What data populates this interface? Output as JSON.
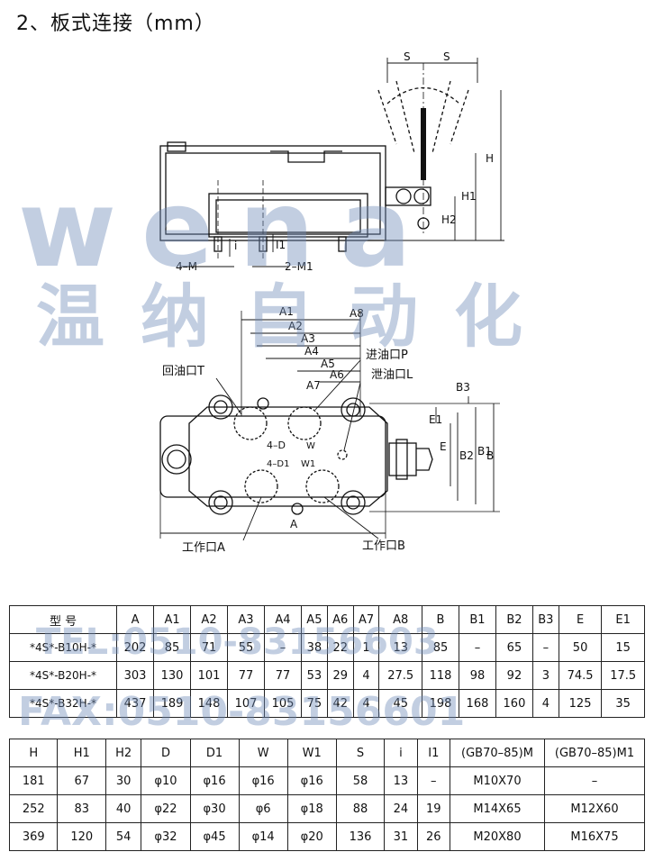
{
  "heading": "2、板式连接（mm）",
  "watermark": {
    "logo": "wena",
    "cn": "温纳自动化",
    "tel": "TEL:0510-83156603",
    "fax": "FAX:0510-83156601"
  },
  "drawing_labels": {
    "s": "S",
    "h": "H",
    "h1": "H1",
    "h2": "H2",
    "i": "i",
    "i1": "I1",
    "m": "4–M",
    "m1": "2–M1",
    "a": "A",
    "a1": "A1",
    "a2": "A2",
    "a3": "A3",
    "a4": "A4",
    "a5": "A5",
    "a6": "A6",
    "a7": "A7",
    "a8": "A8",
    "b": "B",
    "b1": "B1",
    "b2": "B2",
    "b3": "B3",
    "e": "E",
    "e1": "E1",
    "d": "4–D",
    "d1": "4–D1",
    "w": "W",
    "w1": "W1",
    "port_t": "回油口T",
    "port_p": "进油口P",
    "port_l": "泄油口L",
    "port_a": "工作口A",
    "port_b": "工作口B"
  },
  "table1": {
    "headers": [
      "型 号",
      "A",
      "A1",
      "A2",
      "A3",
      "A4",
      "A5",
      "A6",
      "A7",
      "A8",
      "B",
      "B1",
      "B2",
      "B3",
      "E",
      "E1"
    ],
    "rows": [
      [
        "*4S*-B10H-*",
        "202",
        "85",
        "71",
        "55",
        "–",
        "38",
        "22",
        "1",
        "13",
        "85",
        "–",
        "65",
        "–",
        "50",
        "15"
      ],
      [
        "*4S*-B20H-*",
        "303",
        "130",
        "101",
        "77",
        "77",
        "53",
        "29",
        "4",
        "27.5",
        "118",
        "98",
        "92",
        "3",
        "74.5",
        "17.5"
      ],
      [
        "*4S*-B32H-*",
        "437",
        "189",
        "148",
        "107",
        "105",
        "75",
        "42",
        "4",
        "45",
        "198",
        "168",
        "160",
        "4",
        "125",
        "35"
      ]
    ]
  },
  "table2": {
    "headers": [
      "H",
      "H1",
      "H2",
      "D",
      "D1",
      "W",
      "W1",
      "S",
      "i",
      "I1",
      "(GB70–85)M",
      "(GB70–85)M1"
    ],
    "rows": [
      [
        "181",
        "67",
        "30",
        "φ10",
        "φ16",
        "φ16",
        "φ16",
        "58",
        "13",
        "–",
        "M10X70",
        "–"
      ],
      [
        "252",
        "83",
        "40",
        "φ22",
        "φ30",
        "φ6",
        "φ18",
        "88",
        "24",
        "19",
        "M14X65",
        "M12X60"
      ],
      [
        "369",
        "120",
        "54",
        "φ32",
        "φ45",
        "φ14",
        "φ20",
        "136",
        "31",
        "26",
        "M20X80",
        "M16X75"
      ]
    ]
  }
}
